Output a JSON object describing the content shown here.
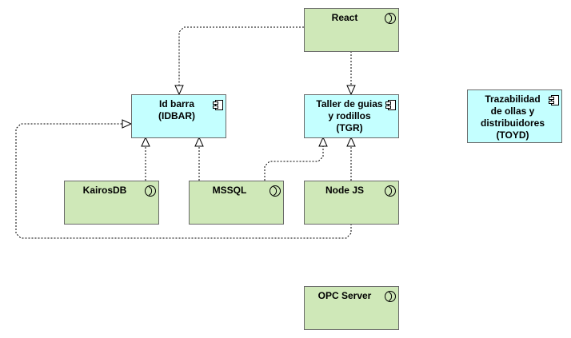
{
  "colors": {
    "app_fill": "#cfe8b8",
    "app_stroke": "#6a6a6a",
    "component_fill": "#c4ffff",
    "component_stroke": "#6a6a6a",
    "edge": "#000000"
  },
  "nodes": [
    {
      "id": "react",
      "kind": "application",
      "icon": "service-icon",
      "lines": [
        "React"
      ]
    },
    {
      "id": "idbar",
      "kind": "component",
      "icon": "component-icon",
      "lines": [
        "Id barra",
        "(IDBAR)"
      ]
    },
    {
      "id": "tgr",
      "kind": "component",
      "icon": "component-icon",
      "lines": [
        "Taller de guias",
        "y rodillos",
        "(TGR)"
      ]
    },
    {
      "id": "toyd",
      "kind": "component",
      "icon": "component-icon",
      "lines": [
        "Trazabilidad",
        "de ollas y",
        "distribuidores",
        "(TOYD)"
      ]
    },
    {
      "id": "kairosdb",
      "kind": "application",
      "icon": "service-icon",
      "lines": [
        "KairosDB"
      ]
    },
    {
      "id": "mssql",
      "kind": "application",
      "icon": "service-icon",
      "lines": [
        "MSSQL"
      ]
    },
    {
      "id": "nodejs",
      "kind": "application",
      "icon": "service-icon",
      "lines": [
        "Node JS"
      ]
    },
    {
      "id": "opc",
      "kind": "application",
      "icon": "service-icon",
      "lines": [
        "OPC Server"
      ]
    }
  ],
  "edges": [
    {
      "from": "react",
      "to": "idbar"
    },
    {
      "from": "react",
      "to": "tgr"
    },
    {
      "from": "kairosdb",
      "to": "idbar"
    },
    {
      "from": "mssql",
      "to": "idbar"
    },
    {
      "from": "mssql",
      "to": "tgr"
    },
    {
      "from": "nodejs",
      "to": "tgr"
    },
    {
      "from": "nodejs",
      "to": "idbar"
    }
  ]
}
